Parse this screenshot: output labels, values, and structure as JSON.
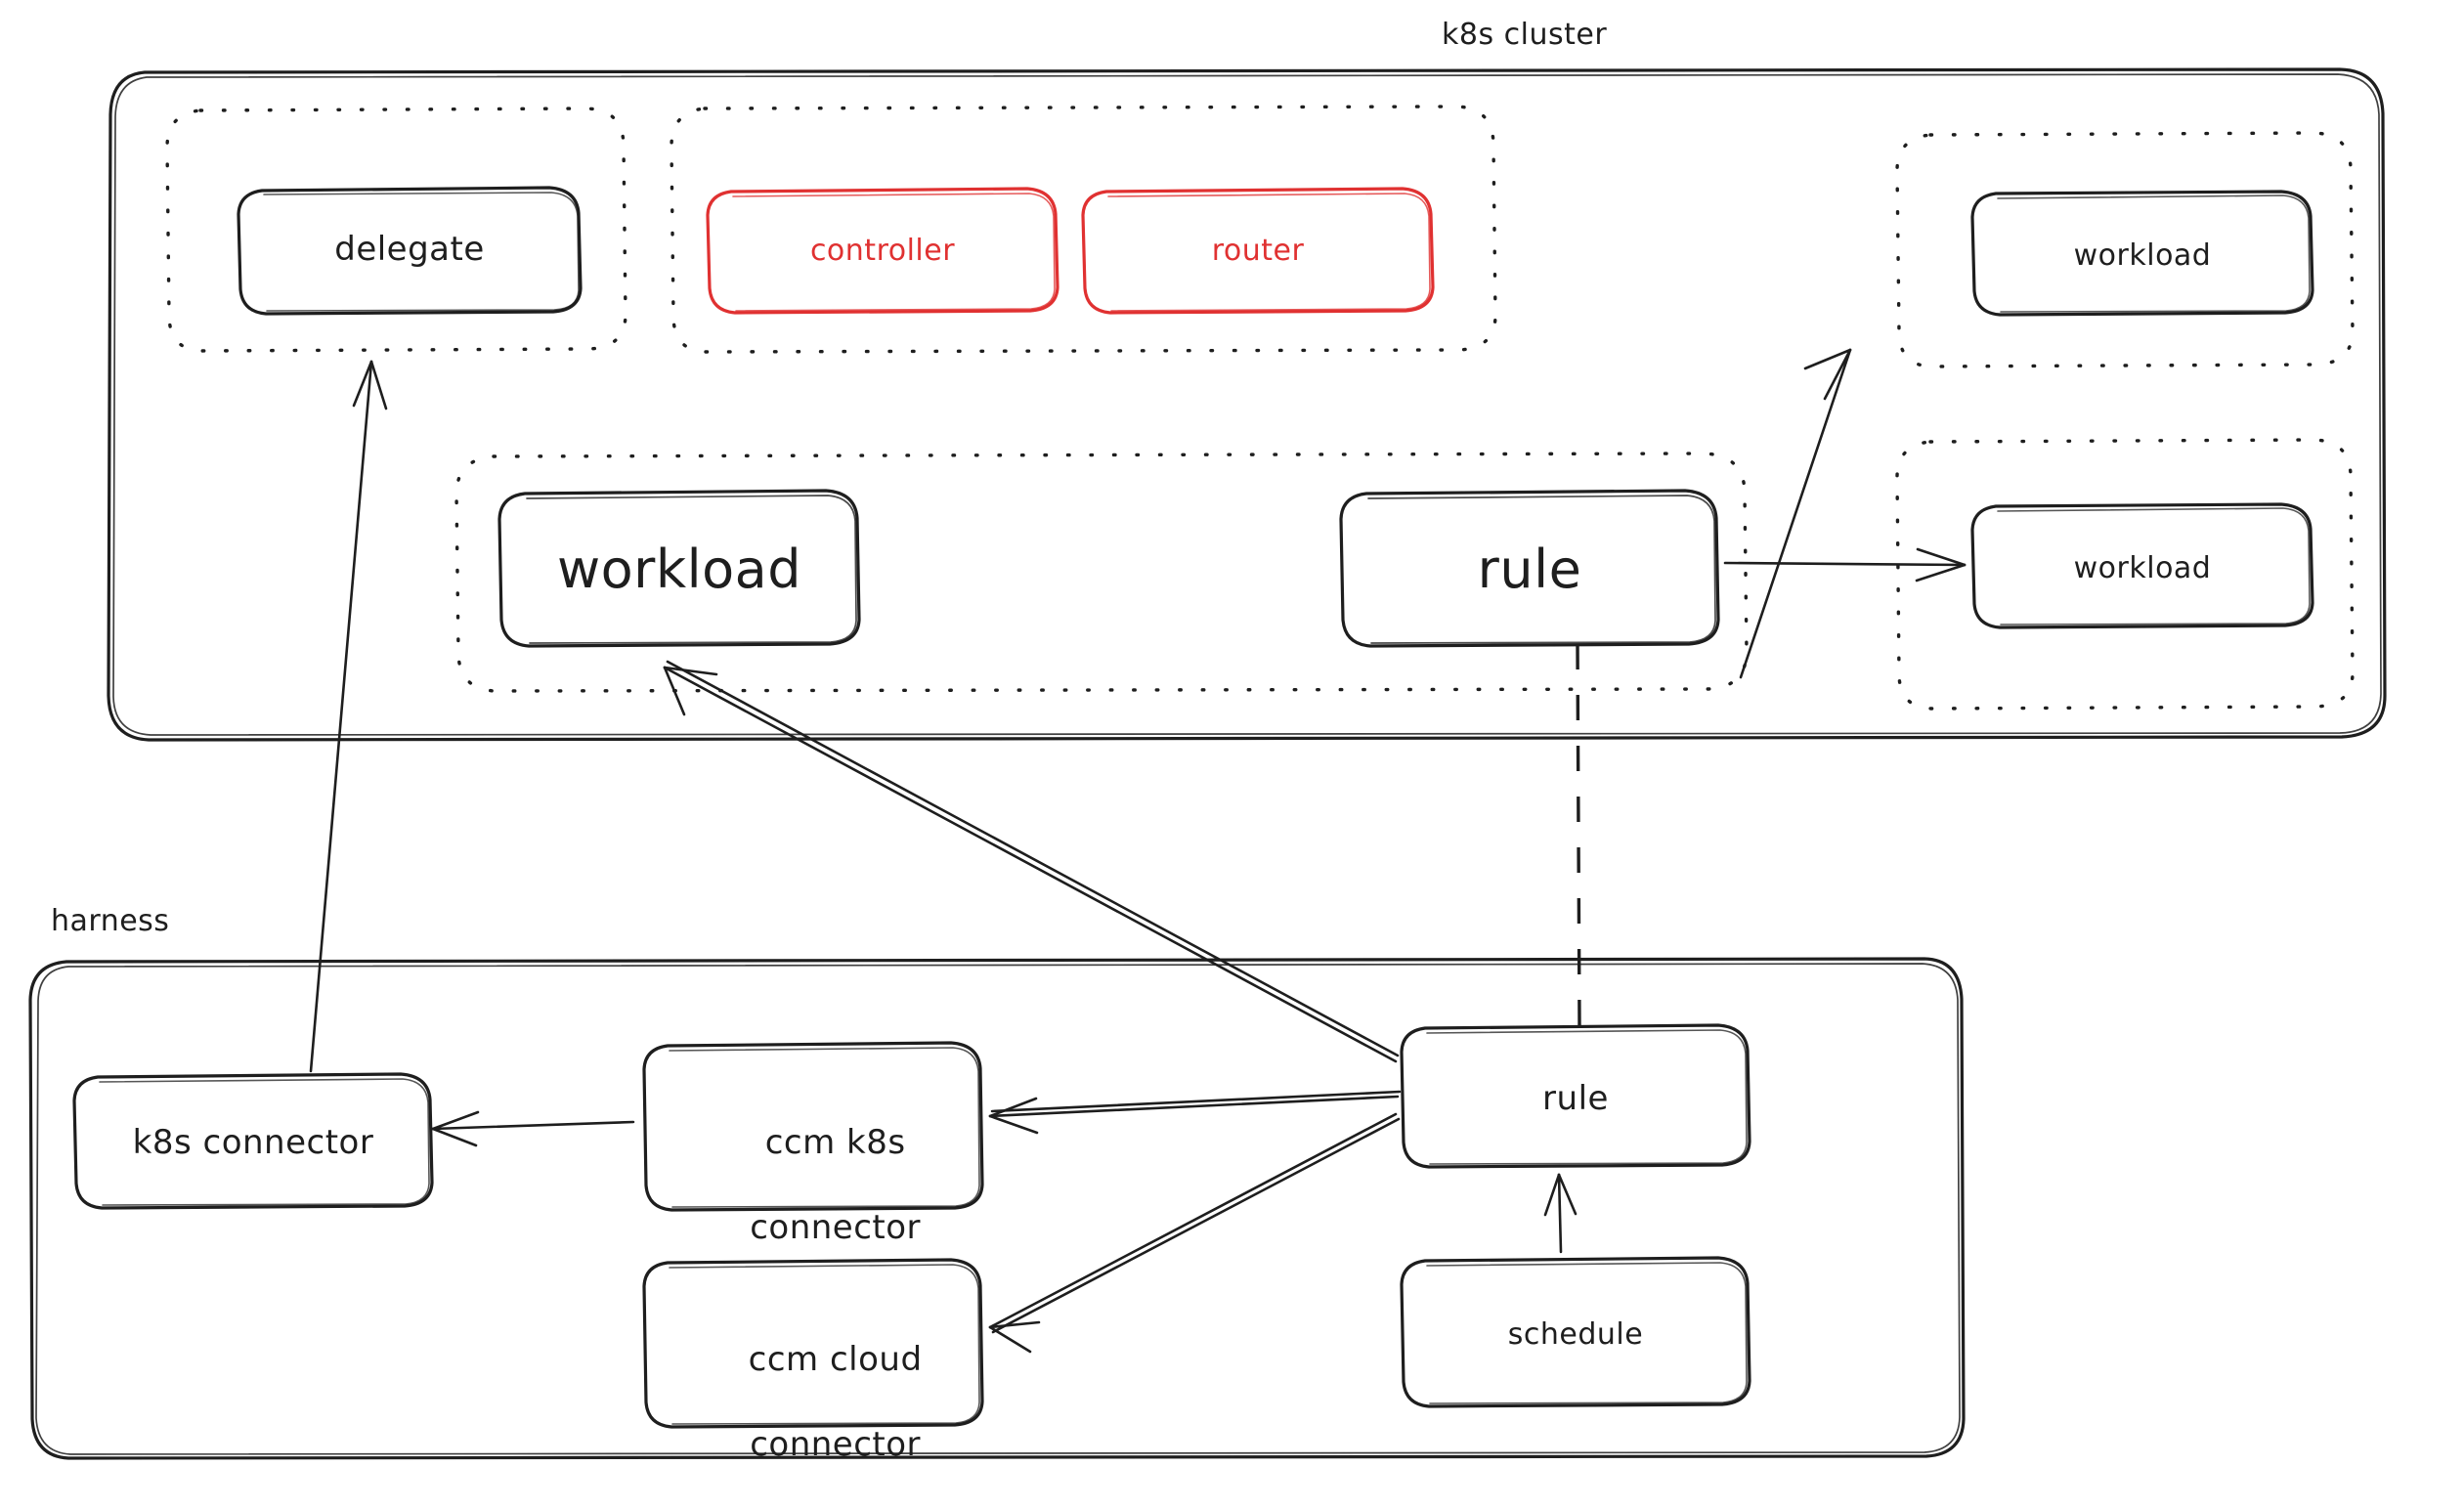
{
  "diagram": {
    "title": "k8s cluster / harness architecture",
    "accent_red": "#e03131",
    "ink": "#1e1e1e",
    "background": "#ffffff"
  },
  "regions": {
    "cluster": {
      "label": "k8s cluster",
      "groups": [
        {
          "name": "delegate-group",
          "style": "dotted"
        },
        {
          "name": "control-plane-group",
          "style": "dotted"
        },
        {
          "name": "workload-top-group",
          "style": "dotted"
        },
        {
          "name": "workload-bottom-group",
          "style": "dotted"
        },
        {
          "name": "rule-workload-group",
          "style": "dotted"
        }
      ]
    },
    "harness": {
      "label": "harness"
    }
  },
  "nodes": {
    "delegate": {
      "label": "delegate",
      "color": "#1e1e1e"
    },
    "controller": {
      "label": "controller",
      "color": "#e03131"
    },
    "router": {
      "label": "router",
      "color": "#e03131"
    },
    "workload_top_right": {
      "label": "workload",
      "color": "#1e1e1e"
    },
    "workload_bottom_right": {
      "label": "workload",
      "color": "#1e1e1e"
    },
    "workload_center": {
      "label": "workload",
      "color": "#1e1e1e"
    },
    "rule_cluster": {
      "label": "rule",
      "color": "#1e1e1e"
    },
    "k8s_connector": {
      "label": "k8s connector",
      "color": "#1e1e1e"
    },
    "ccm_k8s_connector": {
      "label": "ccm k8s\nconnector",
      "line1": "ccm k8s",
      "line2": "connector",
      "color": "#1e1e1e"
    },
    "ccm_cloud_connector": {
      "label": "ccm cloud\nconnector",
      "line1": "ccm cloud",
      "line2": "connector",
      "color": "#1e1e1e"
    },
    "rule_harness": {
      "label": "rule",
      "color": "#1e1e1e"
    },
    "schedule": {
      "label": "schedule",
      "color": "#1e1e1e"
    }
  },
  "edges": [
    {
      "name": "k8s-connector-to-delegate",
      "from": "k8s_connector",
      "to": "delegate",
      "style": "solid",
      "arrow": "end"
    },
    {
      "name": "rule-harness-to-workload-center",
      "from": "rule_harness",
      "to": "workload_center",
      "style": "solid",
      "arrow": "end"
    },
    {
      "name": "rule-cluster-to-workload-top-right",
      "from": "rule_cluster",
      "to": "workload_top_right",
      "style": "solid",
      "arrow": "end"
    },
    {
      "name": "rule-cluster-to-workload-bottom-right",
      "from": "rule_cluster",
      "to": "workload_bottom_right",
      "style": "solid",
      "arrow": "end"
    },
    {
      "name": "rule-cluster-to-rule-harness",
      "from": "rule_cluster",
      "to": "rule_harness",
      "style": "dashed",
      "arrow": "none"
    },
    {
      "name": "rule-harness-to-ccm-k8s-connector",
      "from": "rule_harness",
      "to": "ccm_k8s_connector",
      "style": "solid",
      "arrow": "end"
    },
    {
      "name": "rule-harness-to-ccm-cloud-connector",
      "from": "rule_harness",
      "to": "ccm_cloud_connector",
      "style": "solid",
      "arrow": "end"
    },
    {
      "name": "ccm-k8s-connector-to-k8s-connector",
      "from": "ccm_k8s_connector",
      "to": "k8s_connector",
      "style": "solid",
      "arrow": "end"
    },
    {
      "name": "schedule-to-rule-harness",
      "from": "schedule",
      "to": "rule_harness",
      "style": "solid",
      "arrow": "end"
    }
  ]
}
